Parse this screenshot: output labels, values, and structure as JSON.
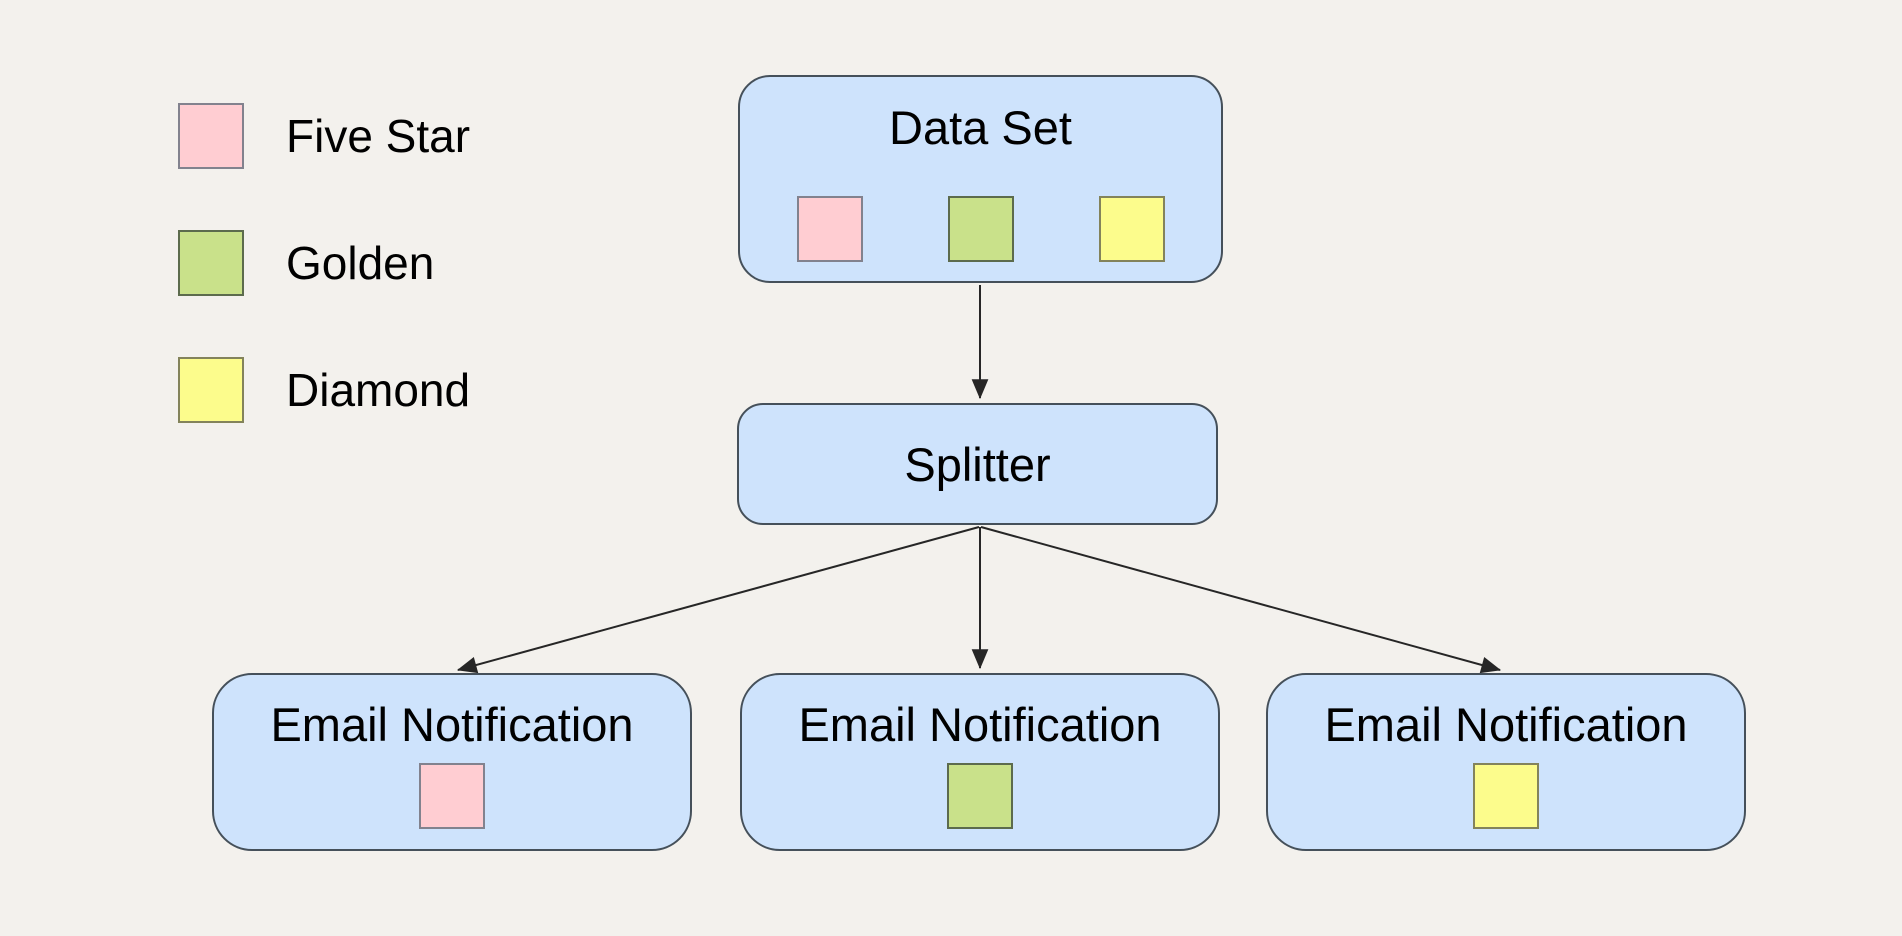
{
  "colors": {
    "background": "#F3F1ED",
    "node_fill": "#CEE3FC",
    "node_border": "#45505A",
    "connector": "#262626",
    "text": "#000000"
  },
  "legend": {
    "items": [
      {
        "label": "Five Star",
        "swatch_color": "#FFCDD2",
        "swatch_border": "#82828E"
      },
      {
        "label": "Golden",
        "swatch_color": "#C9E18A",
        "swatch_border": "#5C6B4D"
      },
      {
        "label": "Diamond",
        "swatch_color": "#FCFC8C",
        "swatch_border": "#83835B"
      }
    ]
  },
  "nodes": {
    "data_set": {
      "label": "Data Set",
      "chips": [
        {
          "tier": "Five Star",
          "color": "#FFCDD2",
          "border": "#82828E"
        },
        {
          "tier": "Golden",
          "color": "#C9E18A",
          "border": "#5C6B4D"
        },
        {
          "tier": "Diamond",
          "color": "#FCFC8C",
          "border": "#83835B"
        }
      ]
    },
    "splitter": {
      "label": "Splitter"
    },
    "emails": [
      {
        "label": "Email Notification",
        "tier": "Five Star",
        "chip_color": "#FFCDD2",
        "chip_border": "#82828E"
      },
      {
        "label": "Email Notification",
        "tier": "Golden",
        "chip_color": "#C9E18A",
        "chip_border": "#5C6B4D"
      },
      {
        "label": "Email Notification",
        "tier": "Diamond",
        "chip_color": "#FCFC8C",
        "chip_border": "#83835B"
      }
    ]
  },
  "edges": [
    {
      "from": "Data Set",
      "to": "Splitter"
    },
    {
      "from": "Splitter",
      "to": "Email Notification (Five Star)"
    },
    {
      "from": "Splitter",
      "to": "Email Notification (Golden)"
    },
    {
      "from": "Splitter",
      "to": "Email Notification (Diamond)"
    }
  ]
}
